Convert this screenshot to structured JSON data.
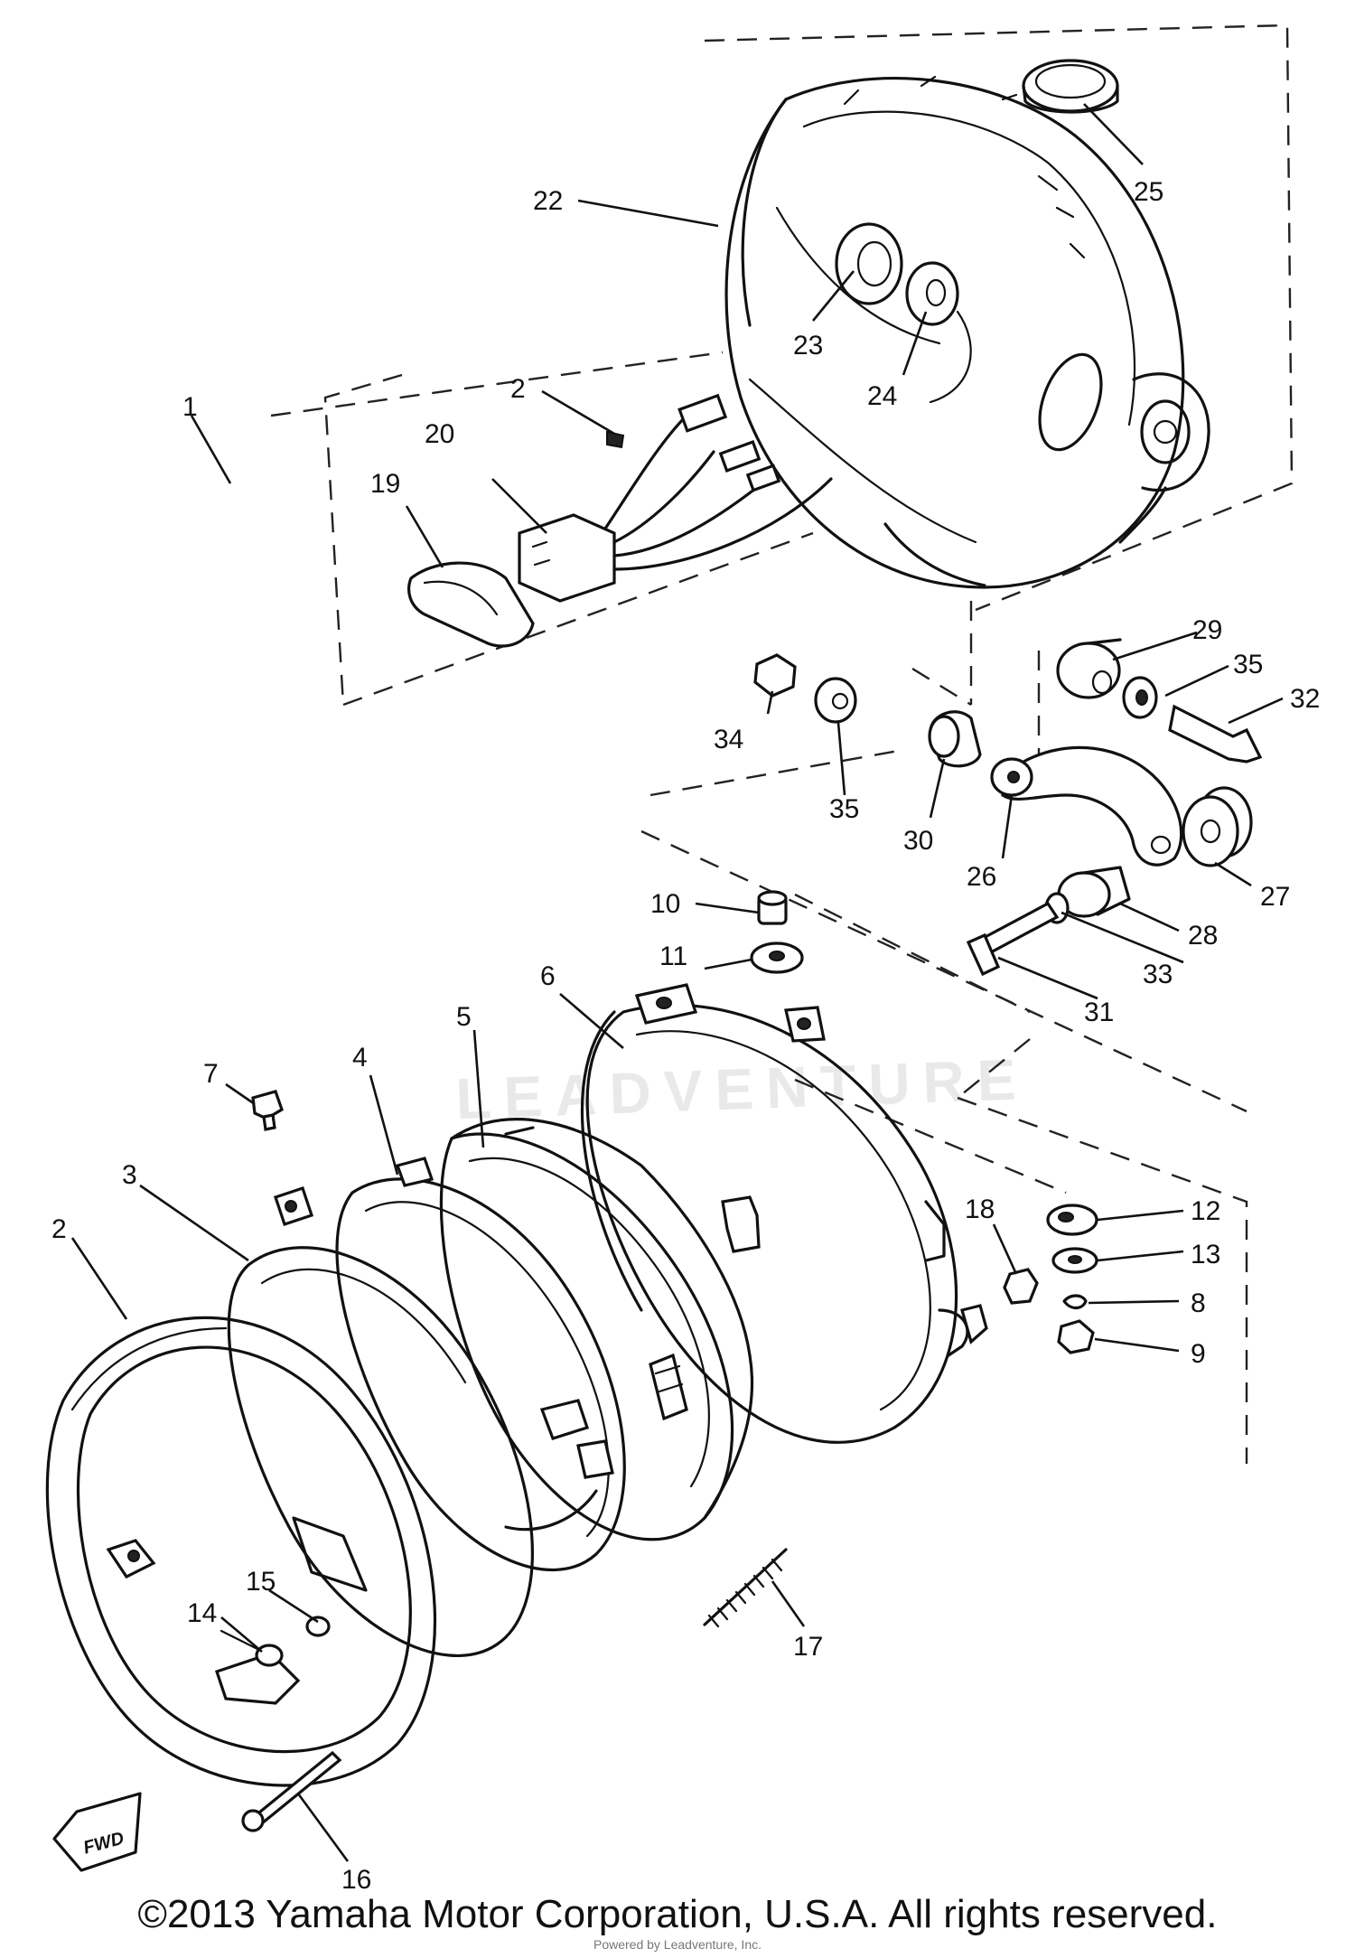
{
  "watermark": "LEADVENTURE",
  "fwd_label": "FWD",
  "copyright": "©2013 Yamaha Motor Corporation, U.S.A. All rights reserved.",
  "sub_copyright": "Powered by Leadventure, Inc.",
  "callouts": {
    "c1": "1",
    "c2a": "2",
    "c2b": "2",
    "c3": "3",
    "c4": "4",
    "c5": "5",
    "c6": "6",
    "c7": "7",
    "c8": "8",
    "c9": "9",
    "c10": "10",
    "c11": "11",
    "c12": "12",
    "c13": "13",
    "c14": "14",
    "c15": "15",
    "c16": "16",
    "c17": "17",
    "c18": "18",
    "c19": "19",
    "c20": "20",
    "c22": "22",
    "c23": "23",
    "c24": "24",
    "c25": "25",
    "c26": "26",
    "c27": "27",
    "c28": "28",
    "c29": "29",
    "c30": "30",
    "c31": "31",
    "c32": "32",
    "c33": "33",
    "c34": "34",
    "c35a": "35",
    "c35b": "35"
  }
}
